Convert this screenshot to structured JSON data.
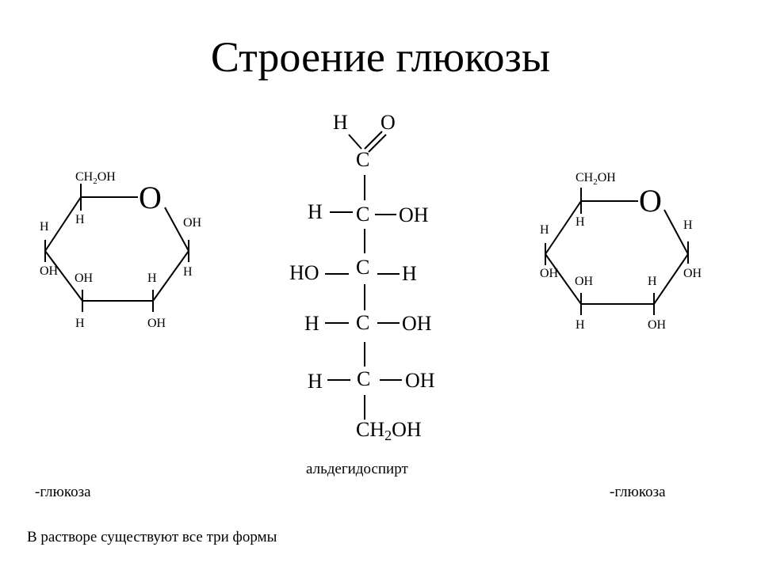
{
  "title": "Строение глюкозы",
  "left_ring": {
    "ch2oh": "CH",
    "ch2oh_sub": "2",
    "ch2oh_oh": "OH",
    "ring_oxygen": "O",
    "c5_h": "H",
    "c1_oh": "OH",
    "c1_h": "H",
    "c4_h": "H",
    "c4_oh": "OH",
    "c3_oh": "OH",
    "c3_h": "H",
    "c2_h": "H",
    "c2_oh": "OH"
  },
  "open_chain": {
    "c1_h": "H",
    "c1_o": "O",
    "c1": "C",
    "c2_h": "H",
    "c2": "C",
    "c2_oh": "OH",
    "c3_ho": "HO",
    "c3": "C",
    "c3_h": "H",
    "c4_h": "H",
    "c4": "C",
    "c4_oh": "OH",
    "c5_h": "H",
    "c5": "C",
    "c5_oh": "OH",
    "c6": "C",
    "c6_h": "H",
    "c6_sub": "2",
    "c6_oh": "OH"
  },
  "right_ring": {
    "ch2oh": "CH",
    "ch2oh_sub": "2",
    "ch2oh_oh": "OH",
    "ring_oxygen": "O",
    "c5_h": "H",
    "c1_h": "H",
    "c1_oh": "OH",
    "c4_h": "H",
    "c4_oh": "OH",
    "c3_oh": "OH",
    "c3_h": "H",
    "c2_h": "H",
    "c2_oh": "OH"
  },
  "captions": {
    "middle": "альдегидоспирт",
    "left": "-глюкоза",
    "right": "-глюкоза",
    "note": "В растворе существуют все три формы"
  }
}
